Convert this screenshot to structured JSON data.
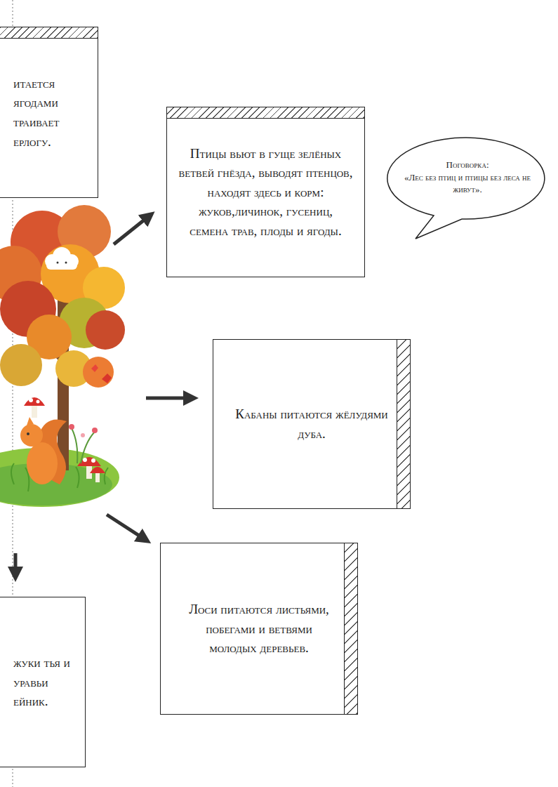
{
  "diagram": {
    "nodes": [
      {
        "text": [
          "итается ягодами траивает ерлогу."
        ]
      },
      {
        "text": [
          "Птицы вьют в гуще зелёных ветвей гнёзда, выводят птенцов, находят здесь и корм: жуков,личинок, гусениц, семена трав, плоды и ягоды."
        ]
      },
      {
        "text": [
          "Поговорка:",
          "«Лес без птиц и птицы без леса не живут»."
        ]
      },
      {
        "text": [
          "Кабаны питаются жёлудями дуба."
        ]
      },
      {
        "text": [
          "Лоси питаются листьями, побегами и ветвями молодых деревьев."
        ]
      },
      {
        "text": [
          "жуки тья и уравьи ейник."
        ]
      }
    ]
  }
}
